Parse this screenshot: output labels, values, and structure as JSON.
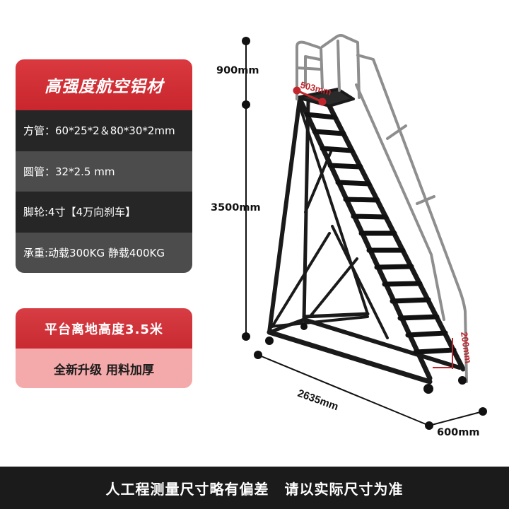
{
  "spec_card": {
    "title": "高强度航空铝材",
    "rows": [
      "方管：60*25*2＆80*30*2mm",
      "圆管：32*2.5 mm",
      "脚轮:4寸【4万向刹车】",
      "承重:动载300KG 静载400KG"
    ]
  },
  "promo_card": {
    "top": "平台离地高度3.5米",
    "bottom": "全新升级 用料加厚"
  },
  "dimensions": {
    "guard_height": "900mm",
    "platform_height": "3500mm",
    "length": "2635mm",
    "width": "600mm",
    "step_depth": "503mm",
    "step_gap": "200mm"
  },
  "footer": {
    "left": "人工程测量尺寸略有偏差",
    "right": "请以实际尺寸为准"
  },
  "colors": {
    "accent_red": "#c9262d",
    "dark_row": "#262626",
    "mid_row": "#4c4c4c",
    "promo_pink": "#f4a9aa",
    "footer_bg": "#1b1b1b",
    "dim_marker_red": "#c1262d"
  }
}
